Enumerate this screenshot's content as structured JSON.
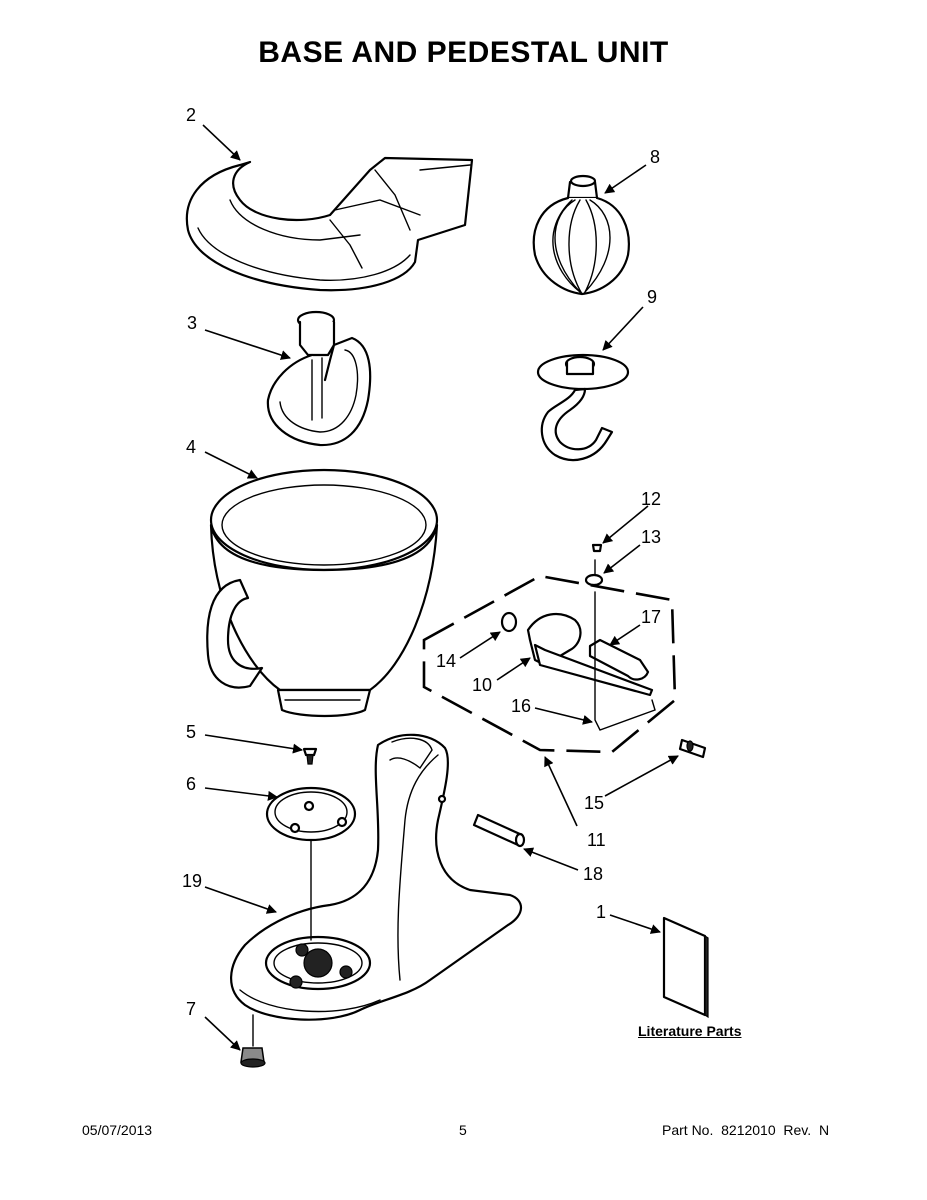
{
  "title": "BASE AND PEDESTAL UNIT",
  "callouts": [
    {
      "id": "c2",
      "label": "2"
    },
    {
      "id": "c3",
      "label": "3"
    },
    {
      "id": "c4",
      "label": "4"
    },
    {
      "id": "c5",
      "label": "5"
    },
    {
      "id": "c6",
      "label": "6"
    },
    {
      "id": "c19",
      "label": "19"
    },
    {
      "id": "c7",
      "label": "7"
    },
    {
      "id": "c8",
      "label": "8"
    },
    {
      "id": "c9",
      "label": "9"
    },
    {
      "id": "c12",
      "label": "12"
    },
    {
      "id": "c13",
      "label": "13"
    },
    {
      "id": "c17",
      "label": "17"
    },
    {
      "id": "c14",
      "label": "14"
    },
    {
      "id": "c10",
      "label": "10"
    },
    {
      "id": "c16",
      "label": "16"
    },
    {
      "id": "c15",
      "label": "15"
    },
    {
      "id": "c11",
      "label": "11"
    },
    {
      "id": "c18",
      "label": "18"
    },
    {
      "id": "c1",
      "label": "1"
    }
  ],
  "literature_label": "Literature Parts",
  "footer": {
    "date": "05/07/2013",
    "page": "5",
    "part_number": "Part No.  8212010  Rev.  N"
  }
}
